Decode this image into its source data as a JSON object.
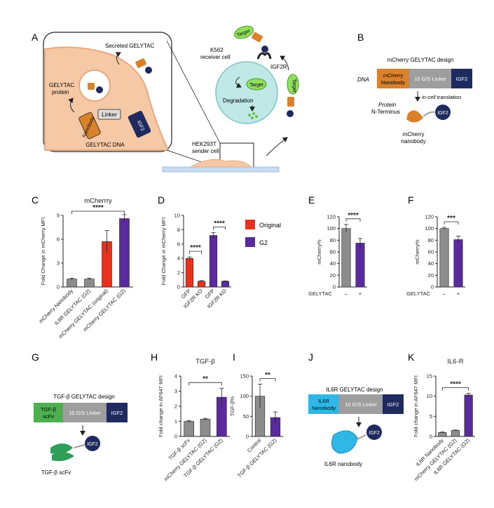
{
  "panels": {
    "A": "A",
    "B": "B",
    "C": "C",
    "D": "D",
    "E": "E",
    "F": "F",
    "G": "G",
    "H": "H",
    "I": "I",
    "J": "J",
    "K": "K"
  },
  "panel_a": {
    "secreted": "Secreted GELYTAC",
    "protein_line1": "GELYTAC",
    "protein_line2": "protein",
    "linker": "Linker",
    "nanobody": "Nanobody",
    "igf2": "IGF2",
    "dna": "GELYTAC DNA",
    "receiver_line1": "K562",
    "receiver_line2": "receiver cell",
    "igf2r": "IGF2R",
    "target": "Target",
    "degradation": "Degradation",
    "sender_line1": "HEK293T",
    "sender_line2": "sender cell"
  },
  "panel_b": {
    "title": "mCherry GELYTAC design",
    "dna": "DNA",
    "box1_line1": "mCherry",
    "box1_line2": "Nanobody",
    "box2": "10 G/S Linker",
    "box3": "IGF2",
    "translation_a": "in-cell",
    "translation_b": " translation",
    "protein": "Protein",
    "nterm": "N-Terminus",
    "igf2": "IGF2",
    "nb_line1": "mCherry",
    "nb_line2": "nanobody"
  },
  "panel_g": {
    "title": "TGF-β GELYTAC design",
    "box1_line1": "TGF-β",
    "box1_line2": "scFv",
    "box2": "10 G/S Linker",
    "box3": "IGF2",
    "igf2": "IGF2",
    "label": "TGF-β scFv"
  },
  "panel_j": {
    "title": "IL6R GELYTAC design",
    "box1_line1": "IL6R",
    "box1_line2": "Nanobody",
    "box2": "10 G/S Linker",
    "box3": "IGF2",
    "igf2": "IGF2",
    "label": "IL6R nanobody"
  },
  "legend_d": [
    "Original",
    "G2"
  ],
  "colors": {
    "grey": "#8c8c8c",
    "red": "#e8321e",
    "purple": "#5b2a9e",
    "orange": "#d9822b",
    "navy": "#1f2a5e",
    "green": "#4caf50",
    "cyan": "#31b7e6",
    "teal": "#bfe8e6",
    "cell": "#f6c9a6"
  },
  "chart_data": [
    {
      "id": "C",
      "type": "bar",
      "title": "mCherrry",
      "ylabel": "Fold Change in mCherry MFI",
      "ylim": [
        0,
        9
      ],
      "yticks": [
        0,
        3,
        6,
        9
      ],
      "categories": [
        "mCherry Nanobody",
        "IL6R GELYTAC (G2)",
        "mCherry GELYTAC (original)",
        "mCherry GELYTAC (G2)"
      ],
      "values": [
        1.0,
        1.0,
        5.7,
        8.6
      ],
      "errors": [
        0.1,
        0.1,
        1.4,
        0.5
      ],
      "colors": [
        "grey",
        "grey",
        "red",
        "purple"
      ],
      "sig": [
        {
          "from": 0,
          "to": 3,
          "label": "****"
        }
      ]
    },
    {
      "id": "D",
      "type": "bar",
      "ylabel": "Fold Change in mCherry MFI",
      "ylim": [
        0,
        10
      ],
      "yticks": [
        0,
        2,
        4,
        6,
        8,
        10
      ],
      "categories": [
        "GFP",
        "IGF2R KO",
        "GFP",
        "IGF2R KO"
      ],
      "values": [
        4.0,
        0.8,
        7.2,
        0.8
      ],
      "errors": [
        0.2,
        0.1,
        0.4,
        0.05
      ],
      "colors": [
        "red",
        "red",
        "purple",
        "purple"
      ],
      "sig": [
        {
          "from": 0,
          "to": 1,
          "label": "****"
        },
        {
          "from": 2,
          "to": 3,
          "label": "****"
        }
      ]
    },
    {
      "id": "E",
      "type": "bar",
      "ylabel": "mCherry%",
      "ylim": [
        0,
        120
      ],
      "yticks": [
        0,
        20,
        40,
        60,
        80,
        100,
        120
      ],
      "xgroup": "GELYTAC",
      "categories": [
        "–",
        "+"
      ],
      "values": [
        100,
        75
      ],
      "errors": [
        7,
        8
      ],
      "colors": [
        "grey",
        "purple"
      ],
      "sig": [
        {
          "from": 0,
          "to": 1,
          "label": "****"
        }
      ]
    },
    {
      "id": "F",
      "type": "bar",
      "ylabel": "mCherry%",
      "ylim": [
        0,
        120
      ],
      "yticks": [
        0,
        20,
        40,
        60,
        80,
        100,
        120
      ],
      "xgroup": "GELYTAC",
      "categories": [
        "–",
        "+"
      ],
      "values": [
        100,
        81
      ],
      "errors": [
        2,
        6
      ],
      "colors": [
        "grey",
        "purple"
      ],
      "sig": [
        {
          "from": 0,
          "to": 1,
          "label": "***"
        }
      ]
    },
    {
      "id": "H",
      "type": "bar",
      "title": "TGF-β",
      "ylabel": "Fold change in AF647 MFI",
      "ylim": [
        0,
        4
      ],
      "yticks": [
        0,
        1,
        2,
        3,
        4
      ],
      "categories": [
        "TGF-β scFv",
        "mCherry GELYTAC (G2)",
        "TGF-β GELYTAC (G2)"
      ],
      "values": [
        1.0,
        1.15,
        2.6
      ],
      "errors": [
        0.05,
        0.05,
        0.6
      ],
      "colors": [
        "grey",
        "grey",
        "purple"
      ],
      "sig": [
        {
          "from": 0,
          "to": 2,
          "label": "**"
        }
      ]
    },
    {
      "id": "I",
      "type": "bar",
      "ylabel": "TGF-β%",
      "ylim": [
        0,
        150
      ],
      "yticks": [
        0,
        50,
        100,
        150
      ],
      "categories": [
        "Control",
        "TGF-β GELYTAC (G2)"
      ],
      "values": [
        100,
        47
      ],
      "errors": [
        30,
        14
      ],
      "colors": [
        "grey",
        "purple"
      ],
      "sig": [
        {
          "from": 0,
          "to": 1,
          "label": "**"
        }
      ]
    },
    {
      "id": "K",
      "type": "bar",
      "title": "IL6-R",
      "ylabel": "Fold change in AF647 MFI",
      "ylim": [
        0,
        15
      ],
      "yticks": [
        0,
        5,
        10,
        15
      ],
      "categories": [
        "IL6R Nanobody",
        "mCherry GELYTAC (G2)",
        "IL6R GELYTAC (G2)"
      ],
      "values": [
        1.0,
        1.5,
        10.3
      ],
      "errors": [
        0.1,
        0.1,
        0.4
      ],
      "colors": [
        "grey",
        "grey",
        "purple"
      ],
      "sig": [
        {
          "from": 0,
          "to": 2,
          "label": "****"
        }
      ]
    }
  ]
}
